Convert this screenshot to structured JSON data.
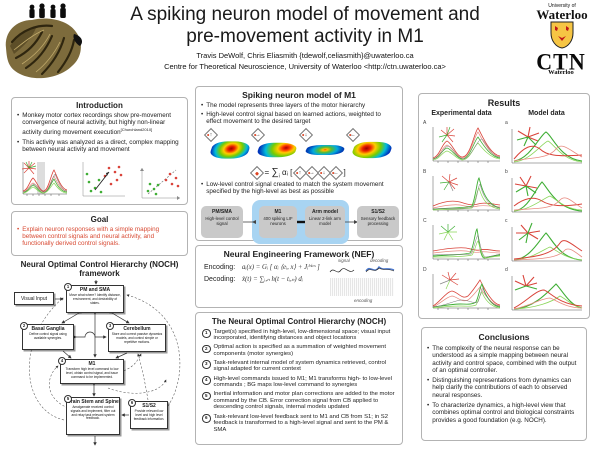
{
  "header": {
    "title_line1": "A spiking neuron model of movement and",
    "title_line2": "pre-movement activity in M1",
    "authors": "Travis DeWolf, Chris Eliasmith {tdewolf,celiasmith}@uwaterloo.ca",
    "affiliation": "Centre for Theoretical Neuroscience, University of Waterloo <http://ctn.uwaterloo.ca>",
    "uw_logo_top": "University of",
    "uw_logo_name": "Waterloo",
    "ctn_logo": "CTN",
    "ctn_logo_sub": "Waterloo"
  },
  "colors": {
    "goal_text": "#d84a33",
    "flow_highlight": "#a8d4f2",
    "experimental_red": "#d9433a",
    "model_green": "#3fae35"
  },
  "intro": {
    "title": "Introduction",
    "bullet1": "Monkey motor cortex recordings show pre-movement convergence of neural activity, but highly non-linear activity during movement execution",
    "bullet1_cite": "[Churchland2010]",
    "bullet2": "This activity was analyzed as a direct, complex mapping between neural activity and movement"
  },
  "goal": {
    "title": "Goal",
    "bullet": "Explain neuron responses with a simple mapping between control signals and neural activity, and functionally derived control signals."
  },
  "noch_framework": {
    "heading_line1": "Neural Optimal Control Hierarchy (NOCH)",
    "heading_line2": "framework",
    "visual_input": "Visual Input",
    "boxes": [
      {
        "num": "1",
        "title": "PM and SMA",
        "desc": "Move what where? Identify distance, environment, and desirability of states."
      },
      {
        "num": "2",
        "title": "Basal Ganglia",
        "desc": "Define control signal using available synergies."
      },
      {
        "num": "3",
        "title": "Cerebellum",
        "desc": "Store and correct passive dynamics models, and control simple or repetitive motions."
      },
      {
        "num": "4",
        "title": "M1",
        "desc": "Transform high level command to low level, obtain control signal, and issue command to be implemented."
      },
      {
        "num": "5",
        "title": "Brain Stem and Spine",
        "desc": "Amalgamate received control signals and implement, filter out and relay task relevant system feedback."
      },
      {
        "num": "6",
        "title": "S1/S2",
        "desc": "Provide relevant low level and high level feedback information."
      }
    ]
  },
  "spiking_model": {
    "title": "Spiking neuron model of M1",
    "bullet1": "The model represents three layers of the motor hierarchy",
    "bullet2": "High-level control signal based on learned actions, weighted to effect movement to the desired target",
    "bullet3": "Low-level control signal created to match the system movement specified by the high-level as best as possible",
    "equation": {
      "equals": "=",
      "sum": "∑",
      "sum_sub": "i",
      "coef": "αᵢ",
      "open": "[",
      "close": "]",
      "arrows": [
        "↑",
        "→",
        "↓",
        "←"
      ]
    },
    "flow": [
      {
        "title": "PM/SMA",
        "desc": "High-level control signal"
      },
      {
        "title": "M1",
        "desc": "400 spiking LIF neurons"
      },
      {
        "title": "Arm model",
        "desc": "Linear 2-link arm model"
      },
      {
        "title": "S1/S2",
        "desc": "Sensory feedback processing"
      }
    ]
  },
  "nef": {
    "title": "Neural Engineering Framework (NEF)",
    "encoding_label": "Encoding:",
    "encoding_eq": "aᵢ(x) = Gᵢ [ αᵢ ⟨eᵢ, x⟩ + Jᵢᵇⁱᵃˢ ]",
    "decoding_label": "Decoding:",
    "decoding_eq": "x̂(t) = ∑ᵢ,ₙ h(t − tᵢ,ₙ) dᵢ",
    "fig_signal": "signal",
    "fig_decoding": "decoding",
    "fig_encoding": "encoding"
  },
  "noch_desc": {
    "title": "The Neural Optimal Control Hierarchy (NOCH)",
    "items": [
      {
        "num": "1",
        "text": "Target(s) specified in high-level, low-dimensional space; visual input incorporated, identifying distances and object locations"
      },
      {
        "num": "2",
        "text": "Optimal action is specified as a summation of weighted movement components (motor synergies)"
      },
      {
        "num": "3",
        "text": "Task-relevant internal model of system dynamics retrieved, control signal adapted for current context"
      },
      {
        "num": "4",
        "text": "High-level commands issued to M1; M1 transforms high- to low-level commands ; BG maps low-level command to synergies"
      },
      {
        "num": "5",
        "text": "Inertial information and motor plan corrections are added to the motor command by the CB. Error correction signal from CB applied to descending control signals, internal models updated"
      },
      {
        "num": "6",
        "text": "Task-relevant low-level feedback sent to M1 and CB from S1; in S2 feedback is transformed to a high-level signal and sent to the PM & SMA"
      }
    ]
  },
  "results": {
    "title": "Results",
    "col_experimental": "Experimental data",
    "col_model": "Model data",
    "exp_rows": [
      "A",
      "B",
      "C",
      "D"
    ],
    "model_rows": [
      "a",
      "b",
      "c",
      "d"
    ]
  },
  "conclusions": {
    "title": "Conclusions",
    "bullets": [
      "The complexity of the neural response can be understood as a simple mapping between neural activity and control space, combined with the output of an optimal controller.",
      "Distinguishing representations from dynamics can help clarify the contributions of each to observed neural responses.",
      "To characterize dynamics, a high-level view that combines optimal control and biological constraints provides a good foundation (e.g. NOCH)."
    ]
  }
}
